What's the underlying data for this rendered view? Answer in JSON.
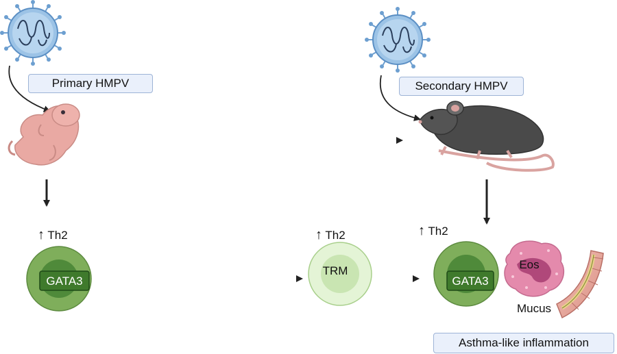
{
  "labels": {
    "primary": "Primary HMPV",
    "secondary": "Secondary HMPV",
    "outcome": "Asthma-like inflammation"
  },
  "cells": {
    "th2_1": "Th2",
    "th2_2": "Th2",
    "th2_3": "Th2",
    "gata3_1": "GATA3",
    "gata3_2": "GATA3",
    "trm": "TRM",
    "eos": "Eos",
    "mucus": "Mucus",
    "up_arrow": "↑"
  },
  "colors": {
    "virus_body": "#9cc3e6",
    "virus_spike": "#6d9fd0",
    "cell_outer": "#7fae5b",
    "cell_inner": "#4f8a3a",
    "trm_outer": "#e4f4d6",
    "eos": "#e48aac",
    "mouse": "#4a4a4a",
    "pup": "#e9a9a3",
    "arrow": "#222222",
    "label_fill": "#eaf0fb",
    "label_border": "#9db3d6"
  }
}
